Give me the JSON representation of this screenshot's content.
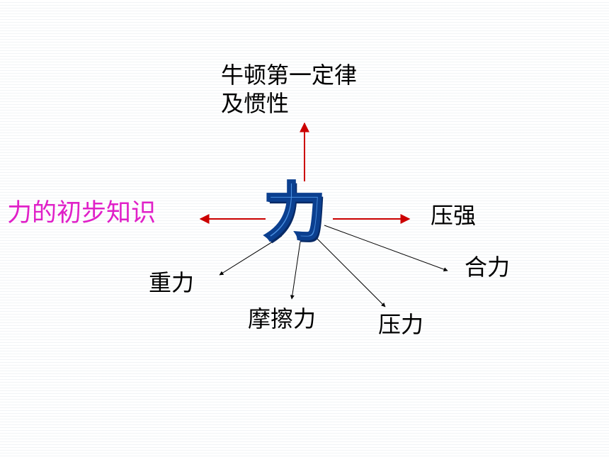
{
  "center": {
    "label": "力",
    "color": "#4a90e2"
  },
  "topic_top": {
    "line1": "牛顿第一定律",
    "line2": "及惯性"
  },
  "topic_left": {
    "label": "力的初步知识",
    "color": "#e020c8"
  },
  "topic_right": {
    "label": "压强"
  },
  "sub_topics": {
    "gravity": "重力",
    "friction": "摩擦力",
    "pressure_force": "压力",
    "resultant_force": "合力"
  },
  "colors": {
    "main_arrow": "#cc0000",
    "sub_arrow": "#000000",
    "text": "#000000"
  }
}
